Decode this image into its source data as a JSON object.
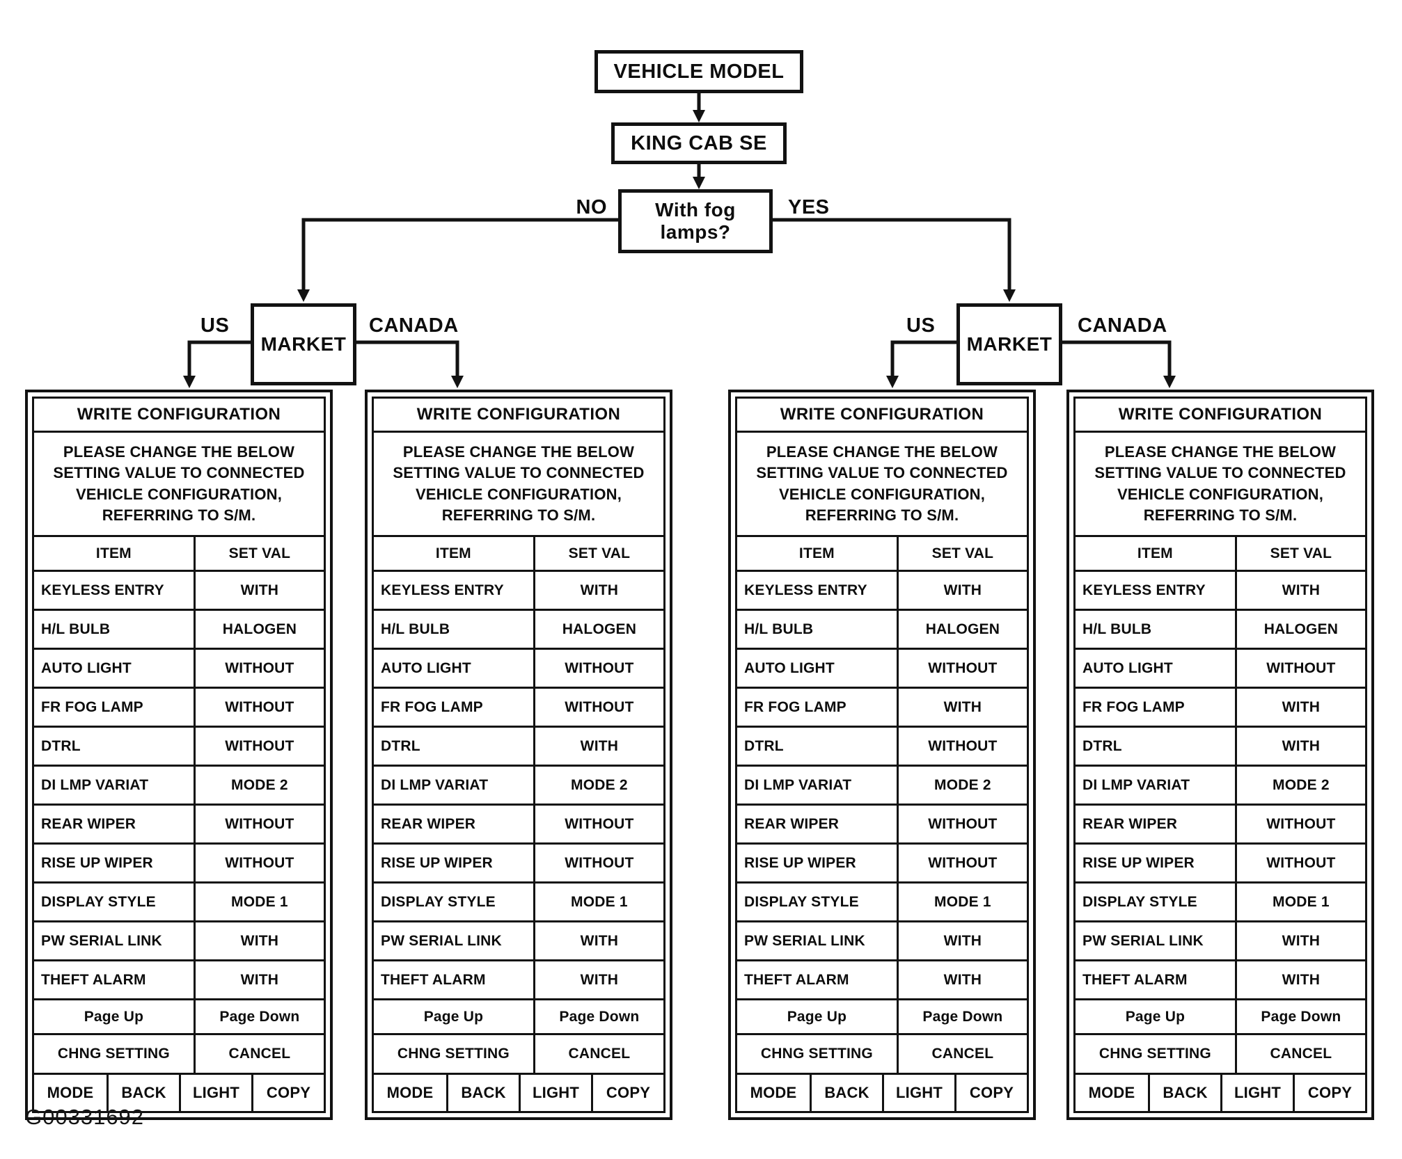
{
  "figure_id": "G00331692",
  "flowchart": {
    "vehicle_model_label": "VEHICLE MODEL",
    "model_name": "KING CAB SE",
    "decision_line1": "With fog",
    "decision_line2": "lamps?",
    "no_label": "NO",
    "yes_label": "YES",
    "market_label": "MARKET",
    "us_label": "US",
    "canada_label": "CANADA"
  },
  "table_common": {
    "title": "WRITE CONFIGURATION",
    "instruction_lines": [
      "PLEASE CHANGE THE BELOW",
      "SETTING VALUE TO CONNECTED",
      "VEHICLE CONFIGURATION,",
      "REFERRING TO S/M."
    ],
    "col_item": "ITEM",
    "col_set_val": "SET VAL",
    "page_up_label": "Page Up",
    "page_down_label": "Page Down",
    "chng_setting_label": "CHNG SETTING",
    "cancel_label": "CANCEL",
    "mode_label": "MODE",
    "back_label": "BACK",
    "light_label": "LIGHT",
    "copy_label": "COPY"
  },
  "tables": [
    {
      "branch_fog_lamps": "NO",
      "branch_market": "US",
      "rows": [
        [
          "KEYLESS ENTRY",
          "WITH"
        ],
        [
          "H/L BULB",
          "HALOGEN"
        ],
        [
          "AUTO LIGHT",
          "WITHOUT"
        ],
        [
          "FR FOG LAMP",
          "WITHOUT"
        ],
        [
          "DTRL",
          "WITHOUT"
        ],
        [
          "DI LMP VARIAT",
          "MODE 2"
        ],
        [
          "REAR WIPER",
          "WITHOUT"
        ],
        [
          "RISE UP WIPER",
          "WITHOUT"
        ],
        [
          "DISPLAY STYLE",
          "MODE 1"
        ],
        [
          "PW SERIAL LINK",
          "WITH"
        ],
        [
          "THEFT ALARM",
          "WITH"
        ]
      ]
    },
    {
      "branch_fog_lamps": "NO",
      "branch_market": "CANADA",
      "rows": [
        [
          "KEYLESS ENTRY",
          "WITH"
        ],
        [
          "H/L BULB",
          "HALOGEN"
        ],
        [
          "AUTO LIGHT",
          "WITHOUT"
        ],
        [
          "FR FOG LAMP",
          "WITHOUT"
        ],
        [
          "DTRL",
          "WITH"
        ],
        [
          "DI LMP VARIAT",
          "MODE 2"
        ],
        [
          "REAR WIPER",
          "WITHOUT"
        ],
        [
          "RISE UP WIPER",
          "WITHOUT"
        ],
        [
          "DISPLAY STYLE",
          "MODE 1"
        ],
        [
          "PW SERIAL LINK",
          "WITH"
        ],
        [
          "THEFT ALARM",
          "WITH"
        ]
      ]
    },
    {
      "branch_fog_lamps": "YES",
      "branch_market": "US",
      "rows": [
        [
          "KEYLESS ENTRY",
          "WITH"
        ],
        [
          "H/L BULB",
          "HALOGEN"
        ],
        [
          "AUTO LIGHT",
          "WITHOUT"
        ],
        [
          "FR FOG LAMP",
          "WITH"
        ],
        [
          "DTRL",
          "WITHOUT"
        ],
        [
          "DI LMP VARIAT",
          "MODE 2"
        ],
        [
          "REAR WIPER",
          "WITHOUT"
        ],
        [
          "RISE UP WIPER",
          "WITHOUT"
        ],
        [
          "DISPLAY STYLE",
          "MODE 1"
        ],
        [
          "PW SERIAL LINK",
          "WITH"
        ],
        [
          "THEFT ALARM",
          "WITH"
        ]
      ]
    },
    {
      "branch_fog_lamps": "YES",
      "branch_market": "CANADA",
      "rows": [
        [
          "KEYLESS ENTRY",
          "WITH"
        ],
        [
          "H/L BULB",
          "HALOGEN"
        ],
        [
          "AUTO LIGHT",
          "WITHOUT"
        ],
        [
          "FR FOG LAMP",
          "WITH"
        ],
        [
          "DTRL",
          "WITH"
        ],
        [
          "DI LMP VARIAT",
          "MODE 2"
        ],
        [
          "REAR WIPER",
          "WITHOUT"
        ],
        [
          "RISE UP WIPER",
          "WITHOUT"
        ],
        [
          "DISPLAY STYLE",
          "MODE 1"
        ],
        [
          "PW SERIAL LINK",
          "WITH"
        ],
        [
          "THEFT ALARM",
          "WITH"
        ]
      ]
    }
  ]
}
